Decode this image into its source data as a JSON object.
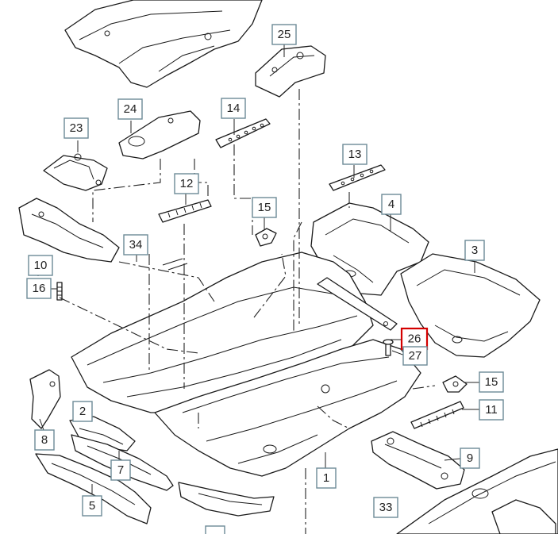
{
  "callouts": [
    {
      "label": "25",
      "highlighted": false
    },
    {
      "label": "24",
      "highlighted": false
    },
    {
      "label": "14",
      "highlighted": false
    },
    {
      "label": "23",
      "highlighted": false
    },
    {
      "label": "13",
      "highlighted": false
    },
    {
      "label": "12",
      "highlighted": false
    },
    {
      "label": "4",
      "highlighted": false
    },
    {
      "label": "15",
      "highlighted": false
    },
    {
      "label": "3",
      "highlighted": false
    },
    {
      "label": "34",
      "highlighted": false
    },
    {
      "label": "10",
      "highlighted": false
    },
    {
      "label": "16",
      "highlighted": false
    },
    {
      "label": "26",
      "highlighted": true
    },
    {
      "label": "27",
      "highlighted": false
    },
    {
      "label": "15",
      "highlighted": false
    },
    {
      "label": "2",
      "highlighted": false
    },
    {
      "label": "11",
      "highlighted": false
    },
    {
      "label": "8",
      "highlighted": false
    },
    {
      "label": "9",
      "highlighted": false
    },
    {
      "label": "7",
      "highlighted": false
    },
    {
      "label": "1",
      "highlighted": false
    },
    {
      "label": "5",
      "highlighted": false
    },
    {
      "label": "33",
      "highlighted": false
    }
  ],
  "colors": {
    "callout_border": "#6d8a96",
    "highlight_border": "#d40000",
    "line": "#1a1a1a"
  }
}
